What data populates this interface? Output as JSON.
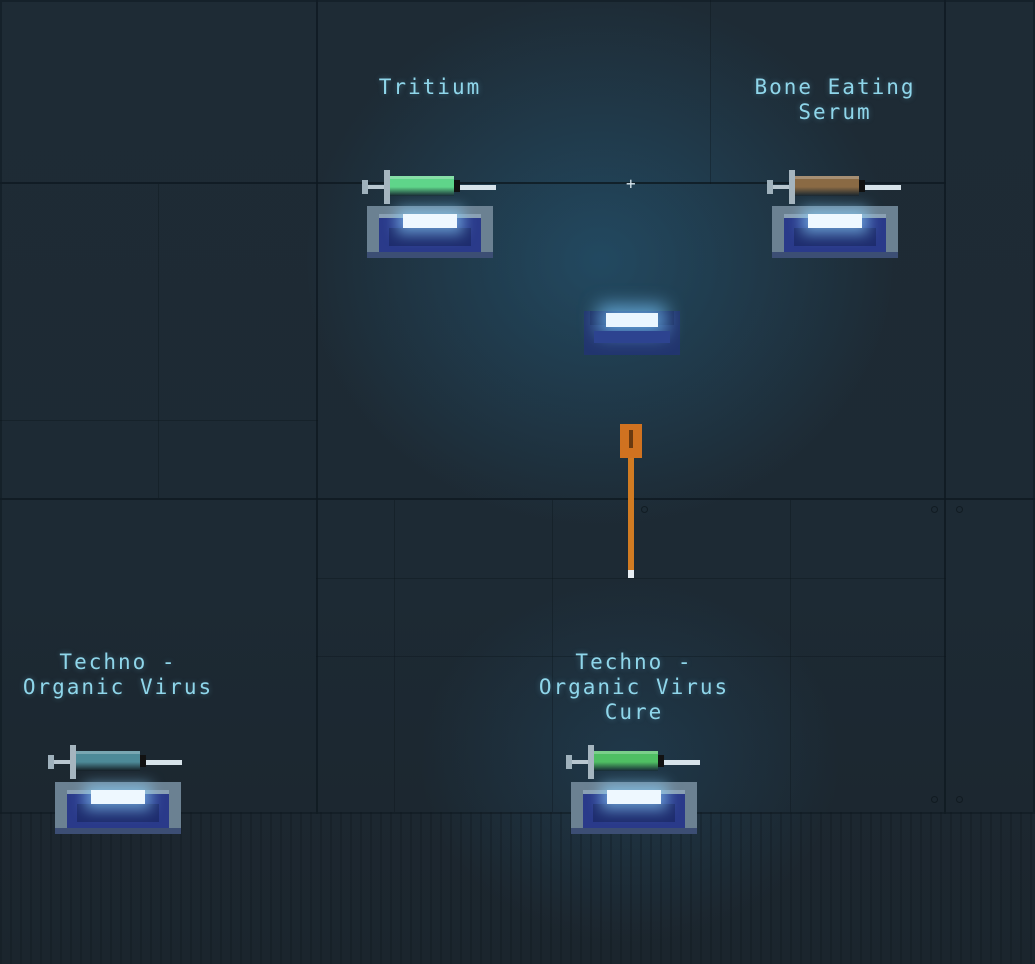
{
  "items": {
    "tritium": {
      "label_lines": [
        "Tritium"
      ],
      "icon": "syringe-icon",
      "fluid_color": "#5fd58a"
    },
    "bone_eating_serum": {
      "label_lines": [
        "Bone Eating",
        "Serum"
      ],
      "icon": "syringe-icon",
      "fluid_color": "#8a6a44"
    },
    "techno_organic_virus": {
      "label_lines": [
        "Techno -",
        "Organic Virus"
      ],
      "icon": "syringe-icon",
      "fluid_color": "#4d8a98"
    },
    "techno_organic_virus_cure": {
      "label_lines": [
        "Techno -",
        "Organic Virus",
        "Cure"
      ],
      "icon": "syringe-icon",
      "fluid_color": "#4fbf63"
    }
  },
  "cursor": {
    "icon": "crosshair-icon",
    "glyph": "+"
  },
  "center_lamp": {
    "icon": "light-pad-icon"
  },
  "tool": {
    "icon": "orange-rod-icon",
    "color": "#d17b22"
  },
  "colors": {
    "label": "#8fd6ea",
    "background": "#1f2a33",
    "lamp": "#eef8ff"
  }
}
